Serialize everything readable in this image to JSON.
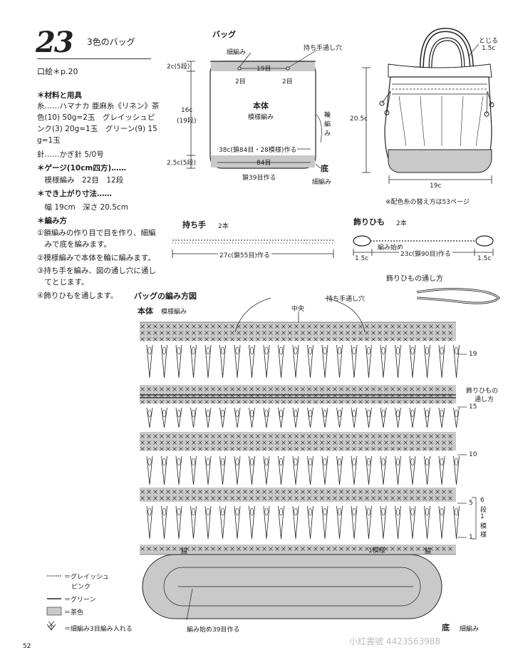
{
  "header": {
    "number": "23",
    "title": "3色のバッグ",
    "subtitle": "口絵＊p.20"
  },
  "info": {
    "lines": [
      "＊材料と用具",
      "糸……ハマナカ 亜麻糸《リネン》茶",
      "色(10) 50g=2玉　グレイッシュピ",
      "ンク(3) 20g=1玉　グリーン(9) 15",
      "g=1玉",
      "針……かぎ針 5/0号",
      "＊ゲージ(10cm四方)……",
      "　模様編み　22目　12段",
      "＊でき上がり寸法……",
      "　幅 19cm　深さ 20.5cm",
      "＊編み方",
      "①鎖編みの作り目で目を作り、細編",
      "　みで底を編みます。",
      "②模様編みで本体を輪に編みます。",
      "③持ち手を編み、図の通し穴に通し",
      "　てとじます。",
      "④飾りひもを通します。"
    ]
  },
  "bag_diagram": {
    "title": "バッグ",
    "label_hoso": "細編み",
    "label_hole": "持ち手通し穴",
    "label_19me": "19目",
    "label_2me_a": "2目",
    "label_2me_b": "2目",
    "label_2c": "2c(5段)",
    "label_16c": "16c",
    "label_19dan": "(19段)",
    "label_honntai": "本体",
    "label_moyou": "模様編み",
    "label_wa": "輪",
    "label_ami": "編",
    "label_mi": "み",
    "label_38c": "38c(鎖84目・28模様)作る",
    "label_25c": "2.5c(5段)",
    "label_84": "84目",
    "label_soko": "底",
    "label_hoso2": "細編み",
    "label_39": "鎖39目作る"
  },
  "finished_bag": {
    "label_toji": "とじる",
    "label_15c": "1.5c",
    "label_205c": "20.5c",
    "label_19c": "19c",
    "note": "※配色糸の替え方は53ページ"
  },
  "handle": {
    "title": "持ち手",
    "count": "2本",
    "dim": "27c(鎖55目)作る"
  },
  "cord": {
    "title": "飾りひも",
    "count": "2本",
    "start": "編み始め",
    "left": "1.5c",
    "mid": "23c(鎖90目)作る",
    "right": "1.5c"
  },
  "threading": {
    "title": "飾りひもの通し方"
  },
  "chart": {
    "title": "バッグの編み方図",
    "body_label": "本体",
    "body_pattern": "模様編み",
    "label_hole": "持ち手通し穴",
    "label_center": "中央",
    "row_19": "19",
    "row_15": "15",
    "row_10": "10",
    "row_5": "5",
    "row_1": "1",
    "side_cord_1": "飾りひもの",
    "side_cord_2": "通し方",
    "repeat_1": "6",
    "repeat_2": "段",
    "repeat_3": "1",
    "repeat_4": "模",
    "repeat_5": "様",
    "one_pattern": "1模様",
    "waki_left": "脇",
    "waki_right": "脇",
    "start_note": "編み始め39目作る",
    "soko": "底",
    "soko_hoso": "細編み"
  },
  "legend": {
    "items": [
      "＝グレイッシュ",
      "ピンク",
      "＝グリーン",
      "＝茶色",
      "＝細編み3目編み入れる"
    ]
  },
  "footer": {
    "page": "52",
    "watermark": "小红書號 4423563988"
  },
  "colors": {
    "shade": "#c9c9c9",
    "line": "#222222"
  }
}
